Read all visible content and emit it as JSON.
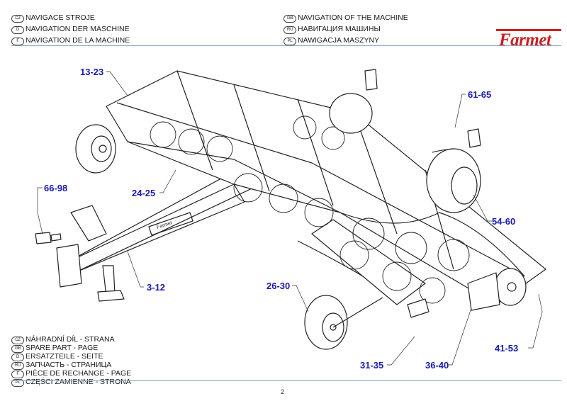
{
  "header": {
    "titles": [
      {
        "lang": "CZ",
        "text": "NAVIGACE STROJE"
      },
      {
        "lang": "D",
        "text": "NAVIGATION DER MASCHINE"
      },
      {
        "lang": "F",
        "text": "NAVIGATION DE LA MACHINE"
      },
      {
        "lang": "GB",
        "text": "NAVIGATION OF THE MACHINE"
      },
      {
        "lang": "RU",
        "text": "НАВИГАЦИЯ МАШИНЫ"
      },
      {
        "lang": "PL",
        "text": "NAWIGACJA MASZYNY"
      }
    ],
    "logo": "Farmet",
    "logo_color": "#cc1f1f"
  },
  "callouts": [
    {
      "id": "13-23",
      "text": "13-23"
    },
    {
      "id": "61-65",
      "text": "61-65"
    },
    {
      "id": "66-98",
      "text": "66-98"
    },
    {
      "id": "24-25",
      "text": "24-25"
    },
    {
      "id": "54-60",
      "text": "54-60"
    },
    {
      "id": "3-12",
      "text": "3-12"
    },
    {
      "id": "26-30",
      "text": "26-30"
    },
    {
      "id": "41-53",
      "text": "41-53"
    },
    {
      "id": "31-35",
      "text": "31-35"
    },
    {
      "id": "36-40",
      "text": "36-40"
    }
  ],
  "callout_color": "#1a1ab0",
  "footer": {
    "legend": [
      {
        "lang": "CZ",
        "text": "NÁHRADNÍ DÍL - STRANA"
      },
      {
        "lang": "GB",
        "text": "SPARE PART - PAGE"
      },
      {
        "lang": "D",
        "text": "ERSATZTEILE - SEITE"
      },
      {
        "lang": "RU",
        "text": "ЗАПЧАСТЬ - СТРАНИЦА"
      },
      {
        "lang": "F",
        "text": "PIÈCE DE RECHANGE - PAGE"
      },
      {
        "lang": "PL",
        "text": "CZĘŚCI ZAMIENNE - STRONA"
      }
    ],
    "page_number": "2"
  }
}
